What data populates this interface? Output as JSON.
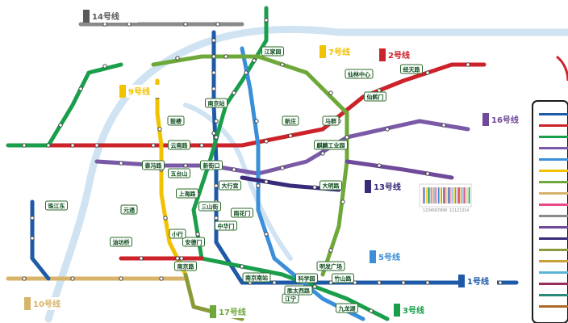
{
  "colors": {
    "line1": "#1e5aa8",
    "line2": "#cc2229",
    "line3": "#1b9e4b",
    "line4": "#7a5aa6",
    "line5": "#c8a03c",
    "line7": "#6fa83a",
    "line9": "#f2c200",
    "line10": "#d8b36a",
    "line14": "#8a8a8a",
    "line16": "#6f4a9a",
    "line17": "#8a9a3a",
    "lineS": "#4a4a9a",
    "river": "#cfe3f3"
  },
  "line_tags": [
    {
      "id": "l14",
      "text": "14号线",
      "color": "#5a5a5a"
    },
    {
      "id": "l7",
      "text": "7号线",
      "color": "#f2c200"
    },
    {
      "id": "l2",
      "text": "2号线",
      "color": "#cc2229"
    },
    {
      "id": "l9",
      "text": "9号线",
      "color": "#f2c200"
    },
    {
      "id": "l16",
      "text": "16号线",
      "color": "#6f4a9a"
    },
    {
      "id": "l13",
      "text": "13号线",
      "color": "#3a2a7a"
    },
    {
      "id": "l10",
      "text": "10号线",
      "color": "#d8b36a"
    },
    {
      "id": "l5",
      "text": "5号线",
      "color": "#3a8fd8"
    },
    {
      "id": "l1",
      "text": "1号线",
      "color": "#1e5aa8"
    },
    {
      "id": "l17",
      "text": "17号线",
      "color": "#6fa83a"
    },
    {
      "id": "l3",
      "text": "3号线",
      "color": "#1b9e4b"
    }
  ],
  "hubs": [
    {
      "id": "nanjing",
      "label": "南京站"
    },
    {
      "id": "nanjingnan",
      "label": "南京南站"
    },
    {
      "id": "xinjiekou",
      "label": "新街口"
    },
    {
      "id": "gulou",
      "label": "鼓楼"
    },
    {
      "id": "taifenggang",
      "label": "泰冯路"
    },
    {
      "id": "wutaishan",
      "label": "五台山"
    },
    {
      "id": "shangxinhe",
      "label": "上海路"
    },
    {
      "id": "sanshanjie",
      "label": "三山街"
    },
    {
      "id": "daxinggong",
      "label": "大行宫"
    },
    {
      "id": "jiangjiayuan",
      "label": "江家园"
    },
    {
      "id": "yunnanlu",
      "label": "云南路"
    },
    {
      "id": "xiangyin",
      "label": "马群"
    },
    {
      "id": "xianlin",
      "label": "仙林中心"
    },
    {
      "id": "jiningdong",
      "label": "经天路"
    },
    {
      "id": "xianhe",
      "label": "仙鹤门"
    },
    {
      "id": "xiaolingwei",
      "label": "麒麟工业园"
    },
    {
      "id": "dapeng",
      "label": "大明路"
    },
    {
      "id": "xinzhuang",
      "label": "新庄"
    },
    {
      "id": "mingfa",
      "label": "明发广场"
    },
    {
      "id": "andemen",
      "label": "安德门"
    },
    {
      "id": "yuhuamen",
      "label": "雨花门"
    },
    {
      "id": "zhongshanmen",
      "label": "中华门"
    },
    {
      "id": "kechuang",
      "label": "科学园"
    },
    {
      "id": "yuantong",
      "label": "元通"
    },
    {
      "id": "andemenn",
      "label": "油坊桥"
    },
    {
      "id": "zhujiang",
      "label": "珠江东"
    },
    {
      "id": "jiangning",
      "label": "江宁"
    },
    {
      "id": "xiaohang",
      "label": "小行"
    },
    {
      "id": "shenghe",
      "label": "胜太西路"
    },
    {
      "id": "jiulong",
      "label": "九龙湖"
    },
    {
      "id": "nanjinglu",
      "label": "南京路"
    },
    {
      "id": "sunlight",
      "label": "竹山路"
    }
  ],
  "barcode_caption": "1234567890 11121314"
}
